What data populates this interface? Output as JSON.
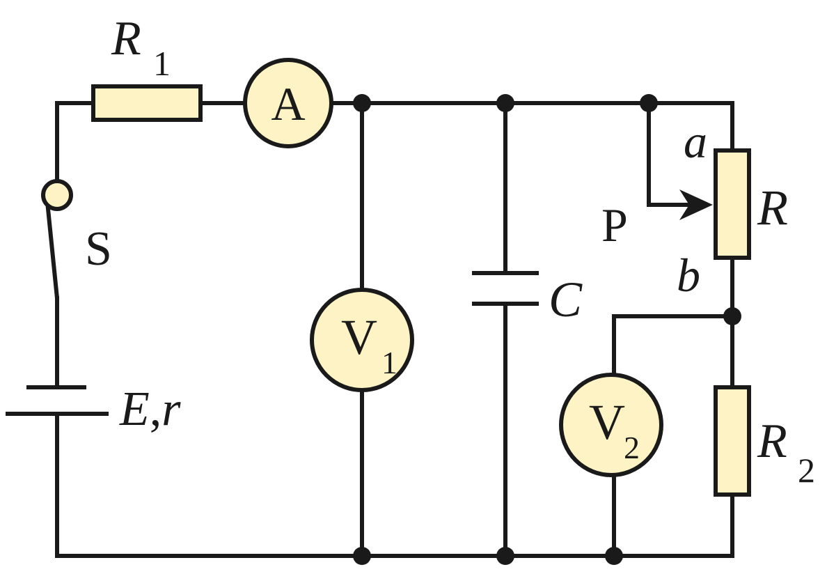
{
  "colors": {
    "wire": "#1a1a1a",
    "component_fill": "#fdf3c4",
    "background": "#ffffff"
  },
  "labels": {
    "r1_main": "R",
    "r1_sub": "1",
    "ammeter": "A",
    "switch": "S",
    "battery_e": "E",
    "battery_comma": ",",
    "battery_r": "r",
    "v1_main": "V",
    "v1_sub": "1",
    "capacitor": "C",
    "slider": "P",
    "end_a": "a",
    "end_b": "b",
    "rheostat": "R",
    "v2_main": "V",
    "v2_sub": "2",
    "r2_main": "R",
    "r2_sub": "2"
  }
}
